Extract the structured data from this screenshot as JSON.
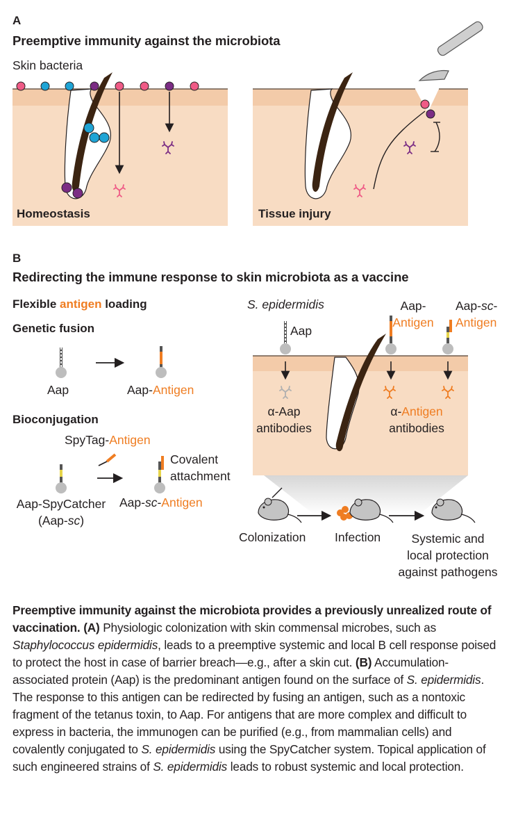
{
  "panelA": {
    "letter": "A",
    "title": "Preemptive immunity against the microbiota",
    "skin_bacteria_label": "Skin bacteria",
    "homeostasis_label": "Homeostasis",
    "injury_label": "Tissue injury"
  },
  "panelB": {
    "letter": "B",
    "title": "Redirecting the immune response to skin microbiota as a vaccine",
    "flexible_prefix": "Flexible ",
    "flexible_antigen": "antigen",
    "flexible_suffix": " loading",
    "genetic_fusion": "Genetic fusion",
    "aap": "Aap",
    "aap_antigen_prefix": "Aap-",
    "antigen": "Antigen",
    "bioconjugation": "Bioconjugation",
    "spytag_prefix": "SpyTag-",
    "covalent_line1": "Covalent",
    "covalent_line2": "attachment",
    "spycatcher_line1": "Aap-SpyCatcher",
    "spycatcher_line2_prefix": "(Aap-",
    "spycatcher_line2_italic": "sc",
    "spycatcher_line2_suffix": ")",
    "sc_italic": "sc",
    "dash": "-",
    "s_epidermidis": "S. epidermidis",
    "aap_label_right": "Aap",
    "aap_dash": "Aap-",
    "aap_sc_prefix": "Aap-",
    "alpha_aap": "α-Aap",
    "antibodies": "antibodies",
    "alpha_prefix": "α-",
    "colonization": "Colonization",
    "infection": "Infection",
    "protection_line1": "Systemic and",
    "protection_line2": "local protection",
    "protection_line3": "against pathogens"
  },
  "caption": {
    "lead": "Preemptive immunity against the microbiota provides a previously unrealized route of vaccination.",
    "a_marker": "(A)",
    "t1": " Physiologic colonization with skin commensal microbes, such as ",
    "t1_italic": "Staphylococcus epidermidis",
    "t2": ", leads to a preemptive systemic and local B cell response poised to protect the host in case of barrier breach—e.g., after a skin cut. ",
    "b_marker": "(B)",
    "t3": " Accumulation-associated protein (Aap) is the predominant antigen found on the surface of ",
    "t3_italic": "S. epidermidis",
    "t4": ". The response to this antigen can be redirected by fusing an antigen, such as a nontoxic fragment of the tetanus toxin, to Aap. For antigens that are more complex and difficult to express in bacteria, the immunogen can be purified (e.g., from mammalian cells) and covalently conjugated to ",
    "t4_italic": "S. epidermidis",
    "t5": " using the SpyCatcher system. Topical application of such engineered strains of ",
    "t5_italic": "S. epidermidis",
    "t6": " leads to robust systemic and local protection."
  },
  "colors": {
    "skin": "#f8dcc3",
    "skin_band": "#f3cba9",
    "hair": "#3b2412",
    "pink": "#ef5b86",
    "blue": "#1fa4d5",
    "purple": "#7b2d84",
    "antigen": "#ef7d22",
    "gray": "#a8a8a8"
  }
}
